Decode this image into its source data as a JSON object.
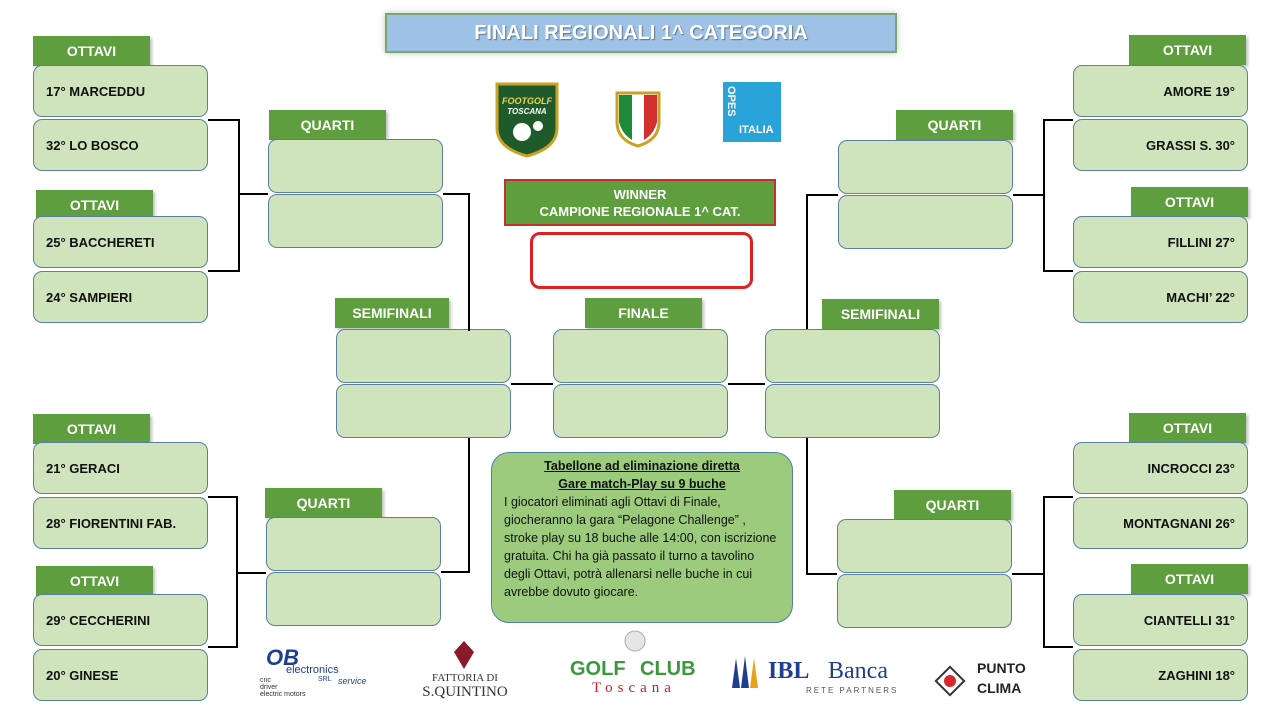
{
  "title": "FINALI REGIONALI 1^ CATEGORIA",
  "labels": {
    "ottavi": "OTTAVI",
    "quarti": "QUARTI",
    "semifinali": "SEMIFINALI",
    "finale": "FINALE"
  },
  "winner": {
    "line1": "WINNER",
    "line2": "CAMPIONE REGIONALE 1^ CAT."
  },
  "ottavi_left": [
    "17° MARCEDDU",
    "32° LO BOSCO",
    "25° BACCHERETI",
    "24° SAMPIERI",
    "21° GERACI",
    "28° FIORENTINI FAB.",
    "29° CECCHERINI",
    "20° GINESE"
  ],
  "ottavi_right": [
    "AMORE 19°",
    "GRASSI S. 30°",
    "FILLINI 27°",
    "MACHI’ 22°",
    "INCROCCI 23°",
    "MONTAGNANI 26°",
    "CIANTELLI 31°",
    "ZAGHINI 18°"
  ],
  "info": {
    "title1": "Tabellone ad eliminazione diretta",
    "title2": "Gare match-Play su 9 buche",
    "body": "I giocatori eliminati agli Ottavi di Finale, giocheranno la gara “Pelagone Challenge” , stroke play su 18 buche alle 14:00, con iscrizione gratuita. Chi ha già passato il turno a tavolino degli Ottavi, potrà allenarsi nelle buche in cui avrebbe dovuto giocare."
  },
  "logos": {
    "footgolf_1": "FOOTGOLF",
    "footgolf_2": "TOSCANA",
    "opes_1": "OPES",
    "opes_2": "ITALIA",
    "ob_1": "OB",
    "ob_2": "electronics",
    "ob_3": "SRL",
    "ob_4": "service",
    "ob_5": "cnc",
    "ob_6": "driver",
    "ob_7": "electric motors",
    "fattoria_1": "FATTORIA DI",
    "fattoria_2": "S.QUINTINO",
    "golf_1": "GOLF",
    "golf_2": "CLUB",
    "golf_3": "Toscana",
    "ibl_1": "IBL",
    "ibl_2": "Banca",
    "ibl_3": "RETE PARTNERS",
    "punto_1": "PUNTO",
    "punto_2": "CLIMA"
  },
  "colors": {
    "header_green": "#5e9e3e",
    "slot_green": "#cfe3bd",
    "title_blue": "#9ec1e6",
    "winner_border": "#e02020",
    "info_green": "#9ccb7e"
  }
}
